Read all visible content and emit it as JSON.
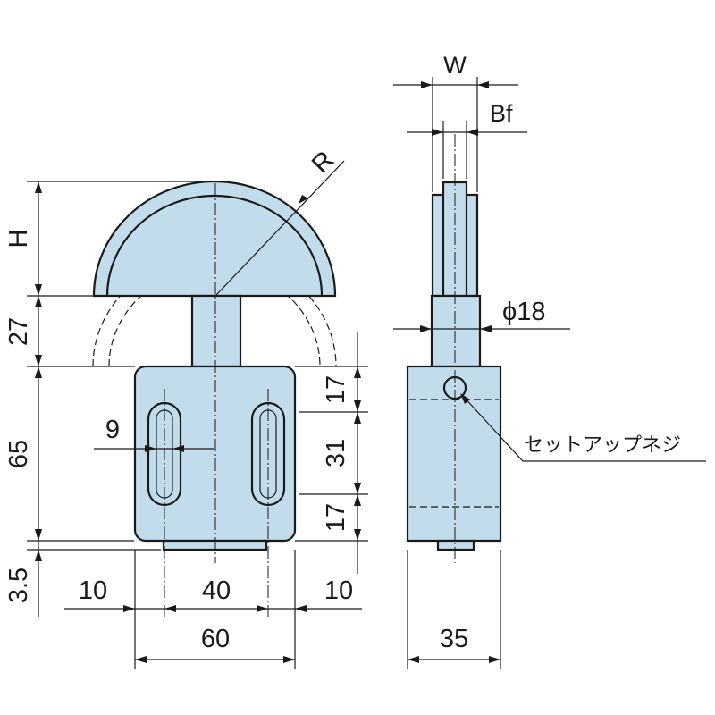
{
  "diagram": {
    "front_view": {
      "dims": {
        "h": "H",
        "r": "R",
        "d27": "27",
        "d65": "65",
        "d3_5": "3.5",
        "d9": "9",
        "d17_top": "17",
        "d31": "31",
        "d17_bottom": "17",
        "d10_left": "10",
        "d40": "40",
        "d10_right": "10",
        "d60": "60"
      }
    },
    "side_view": {
      "dims": {
        "w": "W",
        "bf": "Bf",
        "phi18": "ϕ18",
        "d35": "35"
      },
      "callout": "セットアップネジ"
    },
    "colors": {
      "part_fill": "#c3dcec",
      "line": "#1a1a1a"
    }
  }
}
